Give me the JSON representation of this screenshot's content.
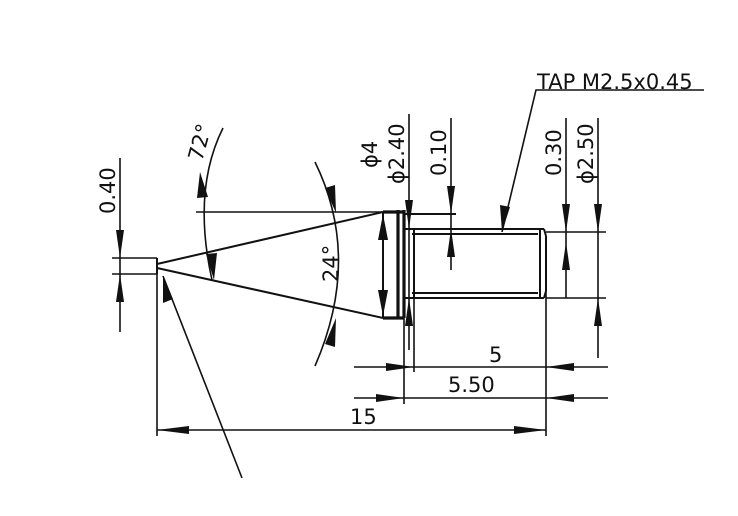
{
  "drawing": {
    "callout_tap": "TAP M2.5x0.45",
    "dim_phi4": "ϕ4",
    "dim_phi2_40": "ϕ2.40",
    "dim_0_10": "0.10",
    "dim_0_30": "0.30",
    "dim_phi2_50": "ϕ2.50",
    "dim_0_40": "0.40",
    "angle_72": "72°",
    "angle_24": "24°",
    "dim_5": "5",
    "dim_5_50": "5.50",
    "dim_15": "15"
  }
}
